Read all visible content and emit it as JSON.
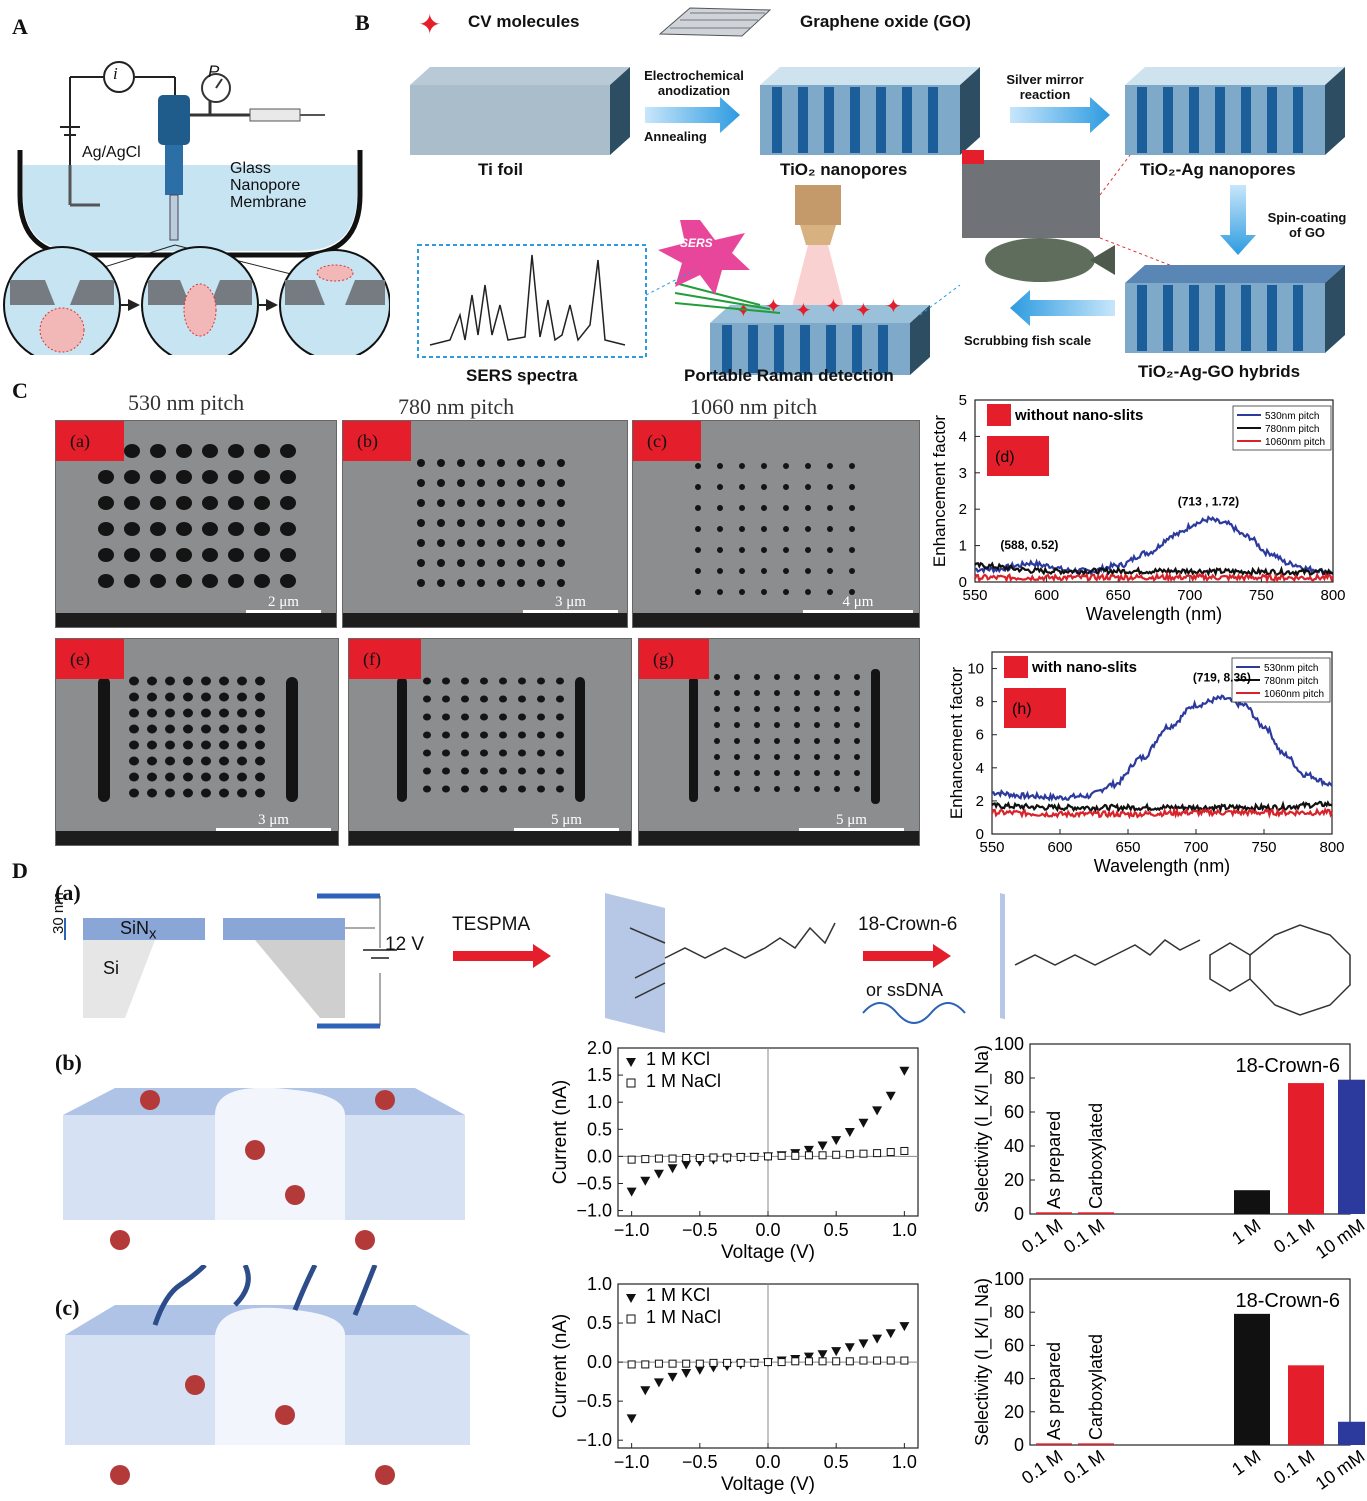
{
  "panels": {
    "A": {
      "letter": "A",
      "current_symbol": "i",
      "pressure_symbol": "P",
      "electrode_label": "Ag/AgCl",
      "membrane_label_1": "Glass",
      "membrane_label_2": "Nanopore",
      "membrane_label_3": "Membrane"
    },
    "B": {
      "letter": "B",
      "legend_cv": "CV molecules",
      "legend_go": "Graphene oxide (GO)",
      "ti_foil": "Ti foil",
      "step1_top": "Electrochemical",
      "step1_top2": "anodization",
      "step1_bottom": "Annealing",
      "tio2_nanopores": "TiO₂ nanopores",
      "step2_top": "Silver mirror",
      "step2_top2": "reaction",
      "tio2_ag": "TiO₂-Ag nanopores",
      "step3_1": "Spin-coating",
      "step3_2": "of GO",
      "scrubbing": "Scrubbing fish scale",
      "hybrids": "TiO₂-Ag-GO hybrids",
      "raman": "Portable Raman detection",
      "sers_burst": "SERS",
      "sers_spectra": "SERS spectra"
    },
    "C": {
      "letter": "C",
      "pitches": [
        "530 nm pitch",
        "780 nm pitch",
        "1060 nm pitch"
      ],
      "sem_top": [
        {
          "label": "(a)",
          "scale": "2 μm"
        },
        {
          "label": "(b)",
          "scale": "3 μm"
        },
        {
          "label": "(c)",
          "scale": "4 μm"
        }
      ],
      "sem_bottom": [
        {
          "label": "(e)",
          "scale": "3 μm"
        },
        {
          "label": "(f)",
          "scale": "5 μm"
        },
        {
          "label": "(g)",
          "scale": "5 μm"
        }
      ]
    },
    "D": {
      "letter": "D",
      "sub_a": "(a)",
      "sub_b": "(b)",
      "sub_c": "(c)",
      "thickness": "30 nm",
      "sinx": "SiN",
      "sinx_sub": "x",
      "si": "Si",
      "voltage": "12 V",
      "tespma": "TESPMA",
      "crown": "18-Crown-6",
      "or_ssdna": "or ssDNA"
    }
  },
  "chart_data": [
    {
      "type": "line",
      "id": "C-d",
      "panel_label": "(d)",
      "title_in_plot": "without nano-slits",
      "xlabel": "Wavelength (nm)",
      "ylabel": "Enhancement factor",
      "xlim": [
        550,
        800
      ],
      "ylim": [
        0,
        5
      ],
      "xticks": [
        550,
        600,
        650,
        700,
        750,
        800
      ],
      "yticks": [
        0,
        1,
        2,
        3,
        4,
        5
      ],
      "legend_position": "top-right",
      "annotations": [
        {
          "text": "(588, 0.52)",
          "x": 588,
          "y": 0.52
        },
        {
          "text": "(713 , 1.72)",
          "x": 713,
          "y": 1.72
        }
      ],
      "series": [
        {
          "name": "530nm pitch",
          "color": "#2b3a9c",
          "x": [
            550,
            565,
            580,
            588,
            600,
            615,
            630,
            650,
            670,
            690,
            705,
            713,
            725,
            740,
            755,
            770,
            785,
            800
          ],
          "y": [
            0.35,
            0.35,
            0.45,
            0.52,
            0.45,
            0.32,
            0.3,
            0.45,
            0.8,
            1.3,
            1.62,
            1.72,
            1.6,
            1.25,
            0.8,
            0.5,
            0.35,
            0.25
          ]
        },
        {
          "name": "780nm pitch",
          "color": "#111111",
          "x": [
            550,
            600,
            650,
            700,
            750,
            800
          ],
          "y": [
            0.45,
            0.3,
            0.3,
            0.3,
            0.28,
            0.27
          ]
        },
        {
          "name": "1060nm pitch",
          "color": "#d9232a",
          "x": [
            550,
            600,
            650,
            700,
            750,
            800
          ],
          "y": [
            0.12,
            0.12,
            0.13,
            0.13,
            0.12,
            0.12
          ]
        }
      ]
    },
    {
      "type": "line",
      "id": "C-h",
      "panel_label": "(h)",
      "title_in_plot": "with nano-slits",
      "xlabel": "Wavelength (nm)",
      "ylabel": "Enhancement factor",
      "xlim": [
        550,
        800
      ],
      "ylim": [
        0,
        11
      ],
      "xticks": [
        550,
        600,
        650,
        700,
        750,
        800
      ],
      "yticks": [
        0,
        2,
        4,
        6,
        8,
        10
      ],
      "legend_position": "top-right",
      "annotations": [
        {
          "text": "(719, 8.36)",
          "x": 719,
          "y": 8.36
        }
      ],
      "series": [
        {
          "name": "530nm pitch",
          "color": "#2b3a9c",
          "x": [
            550,
            575,
            600,
            620,
            640,
            660,
            680,
            700,
            719,
            735,
            750,
            765,
            780,
            800
          ],
          "y": [
            2.5,
            2.3,
            2.2,
            2.3,
            3.0,
            4.6,
            6.5,
            7.8,
            8.2,
            7.8,
            6.5,
            4.8,
            3.6,
            3.0
          ]
        },
        {
          "name": "780nm pitch",
          "color": "#111111",
          "x": [
            550,
            600,
            650,
            700,
            750,
            800
          ],
          "y": [
            1.7,
            1.6,
            1.6,
            1.6,
            1.6,
            1.8
          ]
        },
        {
          "name": "1060nm pitch",
          "color": "#d9232a",
          "x": [
            550,
            600,
            650,
            700,
            750,
            800
          ],
          "y": [
            1.3,
            1.2,
            1.2,
            1.3,
            1.3,
            1.3
          ]
        }
      ]
    },
    {
      "type": "scatter",
      "id": "D-iv-b",
      "xlabel": "Voltage (V)",
      "ylabel": "Current (nA)",
      "xlim": [
        -1.1,
        1.1
      ],
      "ylim": [
        -1.1,
        2.0
      ],
      "xticks": [
        -1.0,
        -0.5,
        0.0,
        0.5,
        1.0
      ],
      "yticks": [
        -1.0,
        -0.5,
        0.0,
        0.5,
        1.0,
        1.5,
        2.0
      ],
      "series": [
        {
          "name": "1 M KCl",
          "marker": "filled-down-triangle",
          "x": [
            -1.0,
            -0.9,
            -0.8,
            -0.7,
            -0.6,
            -0.5,
            -0.4,
            -0.3,
            -0.2,
            -0.1,
            0.0,
            0.1,
            0.2,
            0.3,
            0.4,
            0.5,
            0.6,
            0.7,
            0.8,
            0.9,
            1.0
          ],
          "y": [
            -0.65,
            -0.45,
            -0.32,
            -0.22,
            -0.15,
            -0.1,
            -0.06,
            -0.04,
            -0.02,
            -0.01,
            0.0,
            0.02,
            0.06,
            0.12,
            0.2,
            0.3,
            0.45,
            0.62,
            0.85,
            1.12,
            1.58
          ]
        },
        {
          "name": "1 M NaCl",
          "marker": "open-square",
          "x": [
            -1.0,
            -0.9,
            -0.8,
            -0.7,
            -0.6,
            -0.5,
            -0.4,
            -0.3,
            -0.2,
            -0.1,
            0.0,
            0.1,
            0.2,
            0.3,
            0.4,
            0.5,
            0.6,
            0.7,
            0.8,
            0.9,
            1.0
          ],
          "y": [
            -0.06,
            -0.05,
            -0.04,
            -0.04,
            -0.03,
            -0.03,
            -0.02,
            -0.02,
            -0.01,
            -0.01,
            0.0,
            0.01,
            0.01,
            0.02,
            0.02,
            0.03,
            0.04,
            0.05,
            0.06,
            0.08,
            0.1
          ]
        }
      ]
    },
    {
      "type": "bar",
      "id": "D-sel-b",
      "title_in_plot": "18-Crown-6",
      "ylabel": "Selectivity (I_K/I_Na)",
      "ylim": [
        0,
        100
      ],
      "yticks": [
        0,
        20,
        40,
        60,
        80,
        100
      ],
      "in_plot_labels": [
        "As prepared",
        "Carboxylated"
      ],
      "categories": [
        "0.1 M",
        "0.1 M",
        "1 M",
        "0.1 M",
        "10 mM"
      ],
      "values": [
        1,
        1,
        14,
        77,
        79
      ],
      "colors": [
        "#e41e2b",
        "#e41e2b",
        "#111111",
        "#e41e2b",
        "#2b3a9c"
      ]
    },
    {
      "type": "scatter",
      "id": "D-iv-c",
      "xlabel": "Voltage (V)",
      "ylabel": "Current (nA)",
      "xlim": [
        -1.1,
        1.1
      ],
      "ylim": [
        -1.1,
        1.0
      ],
      "xticks": [
        -1.0,
        -0.5,
        0.0,
        0.5,
        1.0
      ],
      "yticks": [
        -1.0,
        -0.5,
        0.0,
        0.5,
        1.0
      ],
      "series": [
        {
          "name": "1 M KCl",
          "marker": "filled-down-triangle",
          "x": [
            -1.0,
            -0.9,
            -0.8,
            -0.7,
            -0.6,
            -0.5,
            -0.4,
            -0.3,
            -0.2,
            -0.1,
            0.0,
            0.1,
            0.2,
            0.3,
            0.4,
            0.5,
            0.6,
            0.7,
            0.8,
            0.9,
            1.0
          ],
          "y": [
            -0.72,
            -0.36,
            -0.26,
            -0.19,
            -0.14,
            -0.1,
            -0.07,
            -0.05,
            -0.03,
            -0.01,
            0.0,
            0.02,
            0.04,
            0.07,
            0.1,
            0.14,
            0.19,
            0.24,
            0.3,
            0.37,
            0.46
          ]
        },
        {
          "name": "1 M NaCl",
          "marker": "open-square",
          "x": [
            -1.0,
            -0.9,
            -0.8,
            -0.7,
            -0.6,
            -0.5,
            -0.4,
            -0.3,
            -0.2,
            -0.1,
            0.0,
            0.1,
            0.2,
            0.3,
            0.4,
            0.5,
            0.6,
            0.7,
            0.8,
            0.9,
            1.0
          ],
          "y": [
            -0.03,
            -0.03,
            -0.02,
            -0.02,
            -0.02,
            -0.02,
            -0.01,
            -0.01,
            -0.01,
            -0.01,
            0.0,
            0.0,
            0.01,
            0.01,
            0.01,
            0.01,
            0.01,
            0.02,
            0.02,
            0.02,
            0.02
          ]
        }
      ]
    },
    {
      "type": "bar",
      "id": "D-sel-c",
      "title_in_plot": "18-Crown-6",
      "ylabel": "Selectivity (I_K/I_Na)",
      "ylim": [
        0,
        100
      ],
      "yticks": [
        0,
        20,
        40,
        60,
        80,
        100
      ],
      "in_plot_labels": [
        "As prepared",
        "Carboxylated"
      ],
      "categories": [
        "0.1 M",
        "0.1 M",
        "1 M",
        "0.1 M",
        "10 mM"
      ],
      "values": [
        1,
        1,
        79,
        48,
        14
      ],
      "colors": [
        "#e41e2b",
        "#e41e2b",
        "#111111",
        "#e41e2b",
        "#2b3a9c"
      ]
    }
  ]
}
